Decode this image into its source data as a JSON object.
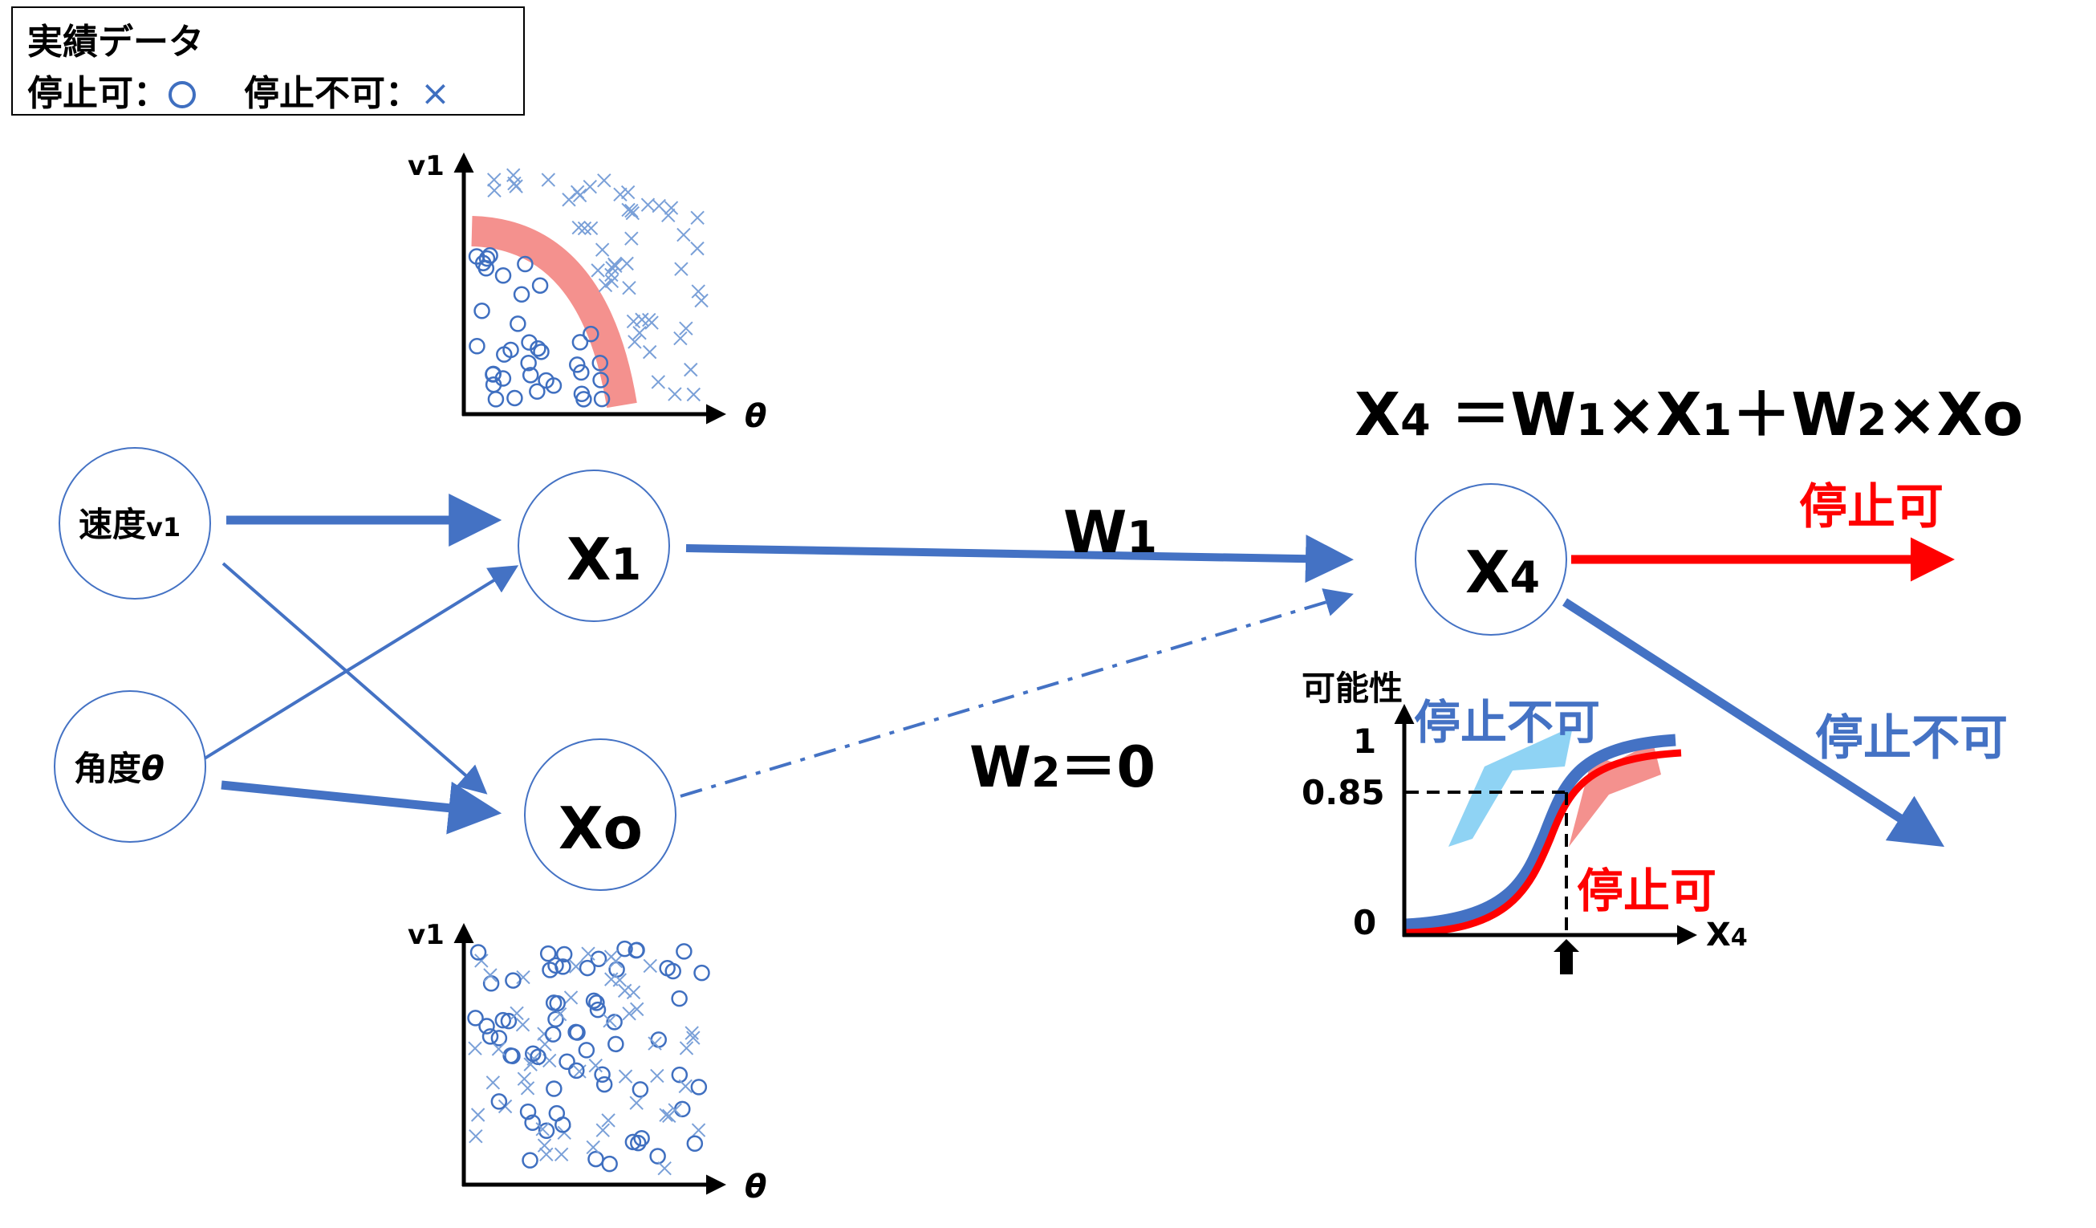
{
  "legend": {
    "title": "実績データ",
    "ok_label": "停止可：",
    "ng_label": "停止不可：",
    "ng_symbol": "×"
  },
  "nodes": {
    "speed": {
      "label": "速度",
      "sub": "v1"
    },
    "angle": {
      "label": "角度",
      "sub": "θ"
    },
    "x1": {
      "main": "X",
      "sub": "1"
    },
    "xo": {
      "main": "Xo",
      "sub": ""
    },
    "x4": {
      "main": "X",
      "sub": "4"
    }
  },
  "scatter_axes": {
    "y_label": "v1",
    "x_label": "θ"
  },
  "weights": {
    "w1_main": "W",
    "w1_sub": "1",
    "w2_main": "W",
    "w2_sub": "2",
    "w2_value": "＝0"
  },
  "formula": {
    "p1": "X",
    "s1": "4",
    "p2": " ＝W",
    "s2": "1",
    "p3": "×X",
    "s3": "1",
    "p4": "＋W",
    "s4": "2",
    "p5": "×Xo"
  },
  "outputs": {
    "ok": "停止可",
    "ng": "停止不可"
  },
  "prob_chart": {
    "y_label": "可能性",
    "ticks": [
      "1",
      "0.85",
      "0"
    ],
    "x_label_main": "X",
    "x_label_sub": "4",
    "ng_region": "停止不可",
    "ok_region": "停止可"
  },
  "colors": {
    "blue": "#4472c4",
    "red": "#ff0000",
    "pink": "#f4918e",
    "lightblue": "#8fd3f4",
    "marker": "#3f6fc0"
  }
}
